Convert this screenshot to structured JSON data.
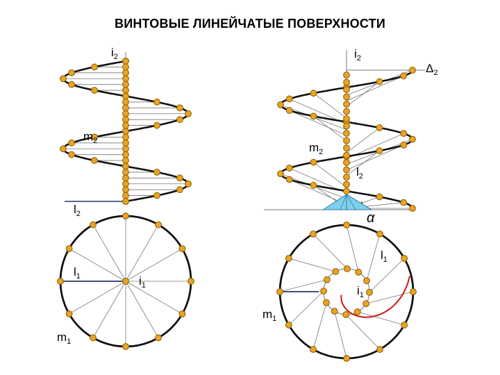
{
  "title": "ВИНТОВЫЕ ЛИНЕЙЧАТЫЕ ПОВЕРХНОСТИ",
  "colors": {
    "line": "#111111",
    "thin": "#777777",
    "point_fill": "#e9a424",
    "point_stroke": "#8a5a00",
    "cone_fill": "#7fd0ec",
    "cone_stroke": "#2a7fa0",
    "helix_trace": "#d01818",
    "segment": "#1f3a66"
  },
  "labels": {
    "left_i2": {
      "main": "i",
      "sub": "2"
    },
    "left_m2": {
      "main": "m",
      "sub": "2"
    },
    "left_l2": {
      "main": "l",
      "sub": "2"
    },
    "left_l1": {
      "main": "l",
      "sub": "1"
    },
    "left_i1": {
      "main": "i",
      "sub": "1"
    },
    "left_m1": {
      "main": "m",
      "sub": "1"
    },
    "right_i2": {
      "main": "i",
      "sub": "2"
    },
    "right_delta2": {
      "main": "Δ",
      "sub": "2"
    },
    "right_m2": {
      "main": "m",
      "sub": "2"
    },
    "right_l2": {
      "main": "l",
      "sub": "2"
    },
    "right_alpha": {
      "main": "α",
      "sub": ""
    },
    "right_l1": {
      "main": "l",
      "sub": "1"
    },
    "right_i1": {
      "main": "i",
      "sub": "1"
    },
    "right_m1": {
      "main": "m",
      "sub": "1"
    }
  },
  "icons": [
    "helicoid-front-view",
    "helicoid-top-view",
    "oblique-helicoid-front-view",
    "oblique-helicoid-top-view"
  ]
}
